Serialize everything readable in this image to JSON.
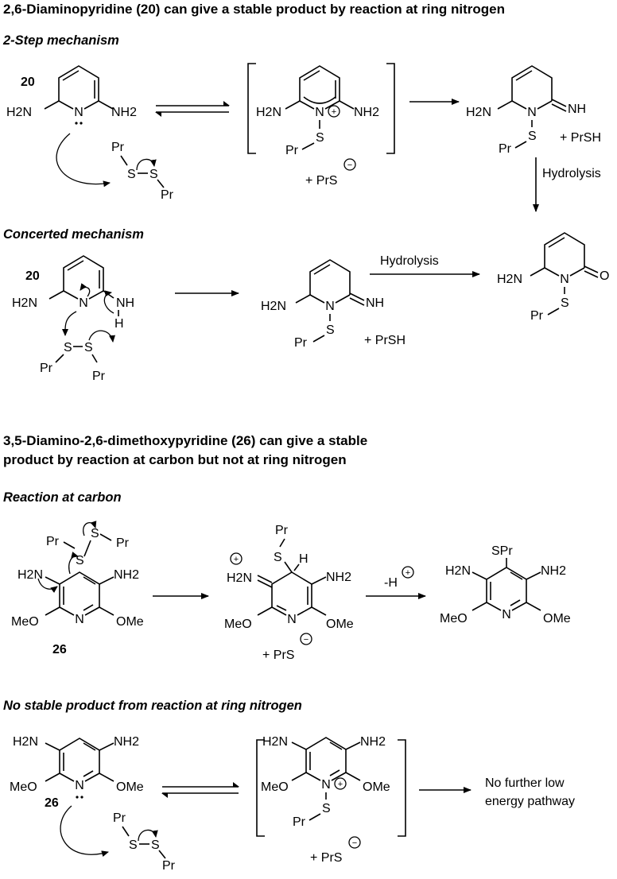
{
  "headings": {
    "h1": "2,6-Diaminopyridine (20) can give a stable product by reaction at ring nitrogen",
    "h2_line1": "3,5-Diamino-2,6-dimethoxypyridine (26) can give a stable",
    "h2_line2": "product by reaction at carbon but not at ring nitrogen"
  },
  "subheadings": {
    "two_step": "2-Step mechanism",
    "concerted": "Concerted mechanism",
    "carbon": "Reaction at carbon",
    "no_stable": "No stable product from reaction at ring nitrogen"
  },
  "compounds": {
    "c20": "20",
    "c26": "26"
  },
  "atoms": {
    "N": "N",
    "S": "S",
    "H": "H",
    "O": "O",
    "NH": "NH",
    "H2N": "H2N",
    "NH2": "NH2",
    "H2": "2",
    "Pr": "Pr",
    "SPr": "SPr",
    "MeO": "MeO",
    "OMe": "OMe",
    "plus": "+",
    "minus": "−"
  },
  "reagents": {
    "prs_plus": "+ PrS",
    "prsh": "+ PrSH",
    "hydrolysis": "Hydrolysis",
    "minus_h": "-H"
  },
  "outcome": {
    "line1": "No further low",
    "line2": "energy pathway"
  }
}
